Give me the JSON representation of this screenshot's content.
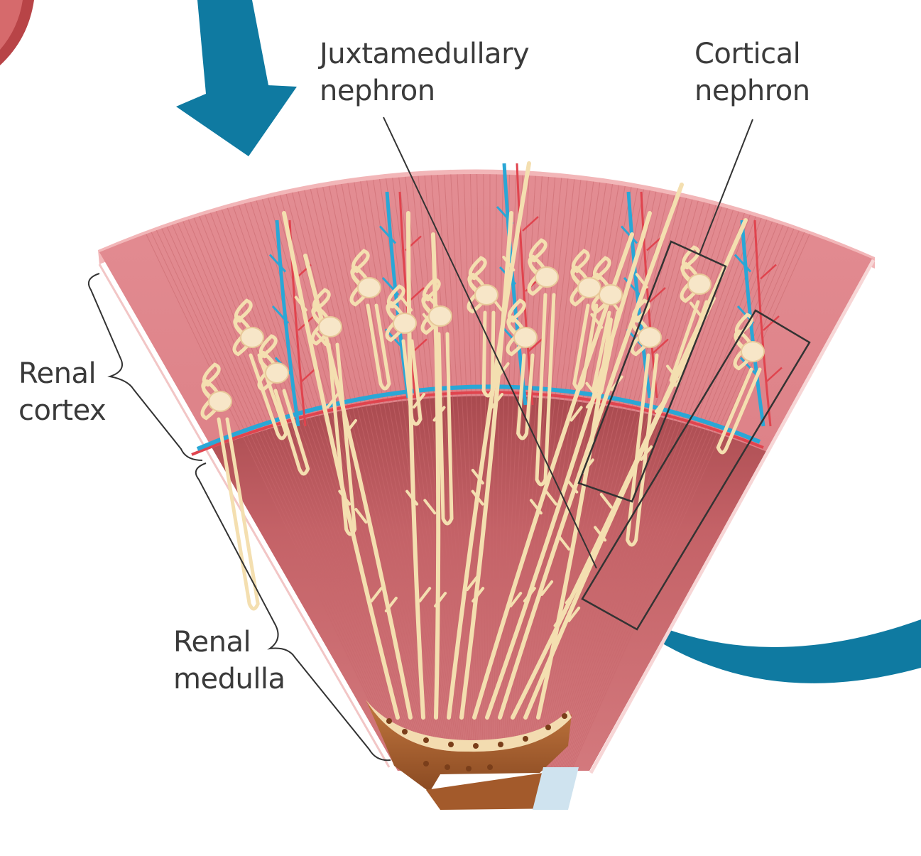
{
  "labels": {
    "juxtamedullary": [
      "Juxtamedullary",
      "nephron"
    ],
    "cortical": [
      "Cortical",
      "nephron"
    ],
    "cortex": [
      "Renal",
      "cortex"
    ],
    "medulla": [
      "Renal",
      "medulla"
    ]
  },
  "colors": {
    "capsule": "#f2b6b8",
    "cortex": "#d9777c",
    "medulla": "#b8565a",
    "tubule": "#f4dfb0",
    "vein": "#2aa7d6",
    "artery": "#e0444e",
    "arrow": "#0f7aa1",
    "pelvis": "#9a5a2e"
  }
}
